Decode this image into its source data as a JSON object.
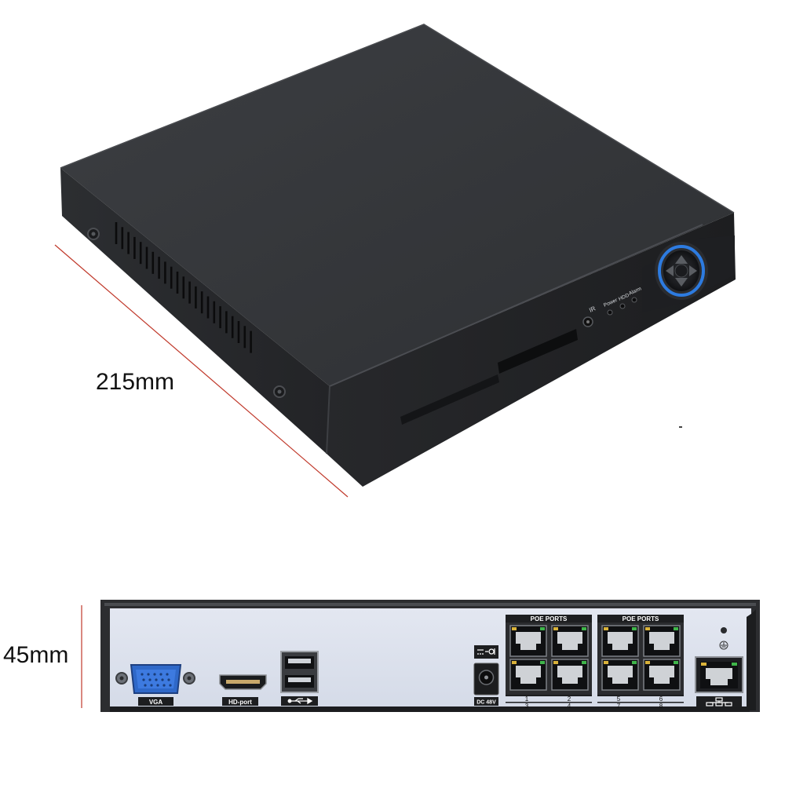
{
  "dimensions": {
    "width_label": "215mm",
    "height_label": "45mm"
  },
  "front": {
    "ir_label": "IR",
    "leds": [
      "Power",
      "HDD",
      "Alarm"
    ]
  },
  "rear_panel": {
    "vga_label": "VGA",
    "hdmi_label": "HD-port",
    "power_label": "DC 48V",
    "poe_groups": [
      {
        "title": "POE PORTS",
        "top_numbers": [
          "1",
          "2"
        ],
        "bottom_numbers": [
          "3",
          "4"
        ]
      },
      {
        "title": "POE PORTS",
        "top_numbers": [
          "5",
          "6"
        ],
        "bottom_numbers": [
          "7",
          "8"
        ]
      }
    ]
  },
  "colors": {
    "chassis": "#3a3c3f",
    "panel": "#dfe4ef",
    "vga_blue": "#2f68c8",
    "dimension_line": "#c0392b",
    "led_blue": "#2d7be0"
  },
  "icons": [
    "usb-icon",
    "dc-polarity-icon",
    "ground-icon",
    "network-icon"
  ]
}
